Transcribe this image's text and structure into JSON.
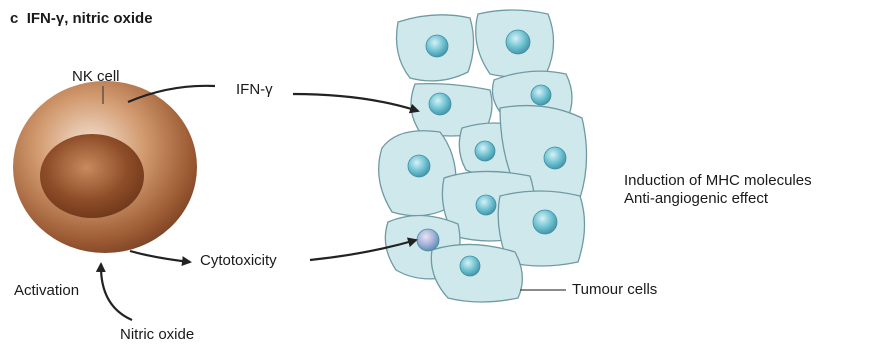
{
  "panel": {
    "letter": "c",
    "title": "IFN-γ, nitric oxide"
  },
  "labels": {
    "nk_cell": "NK cell",
    "ifn_gamma": "IFN-γ",
    "cytotoxicity": "Cytotoxicity",
    "activation": "Activation",
    "nitric_oxide": "Nitric oxide",
    "tumour_cells": "Tumour cells",
    "effect_line1": "Induction of MHC molecules",
    "effect_line2": "Anti-angiogenic effect"
  },
  "colors": {
    "nk_cell_outer": "#9b5a33",
    "nk_cell_nucleus": "#7a3f1f",
    "tumour_cell_fill": "#cfe8ec",
    "tumour_cell_stroke": "#6f9aa3",
    "tumour_nucleus": "#5fb3c4",
    "arrow": "#222222"
  }
}
